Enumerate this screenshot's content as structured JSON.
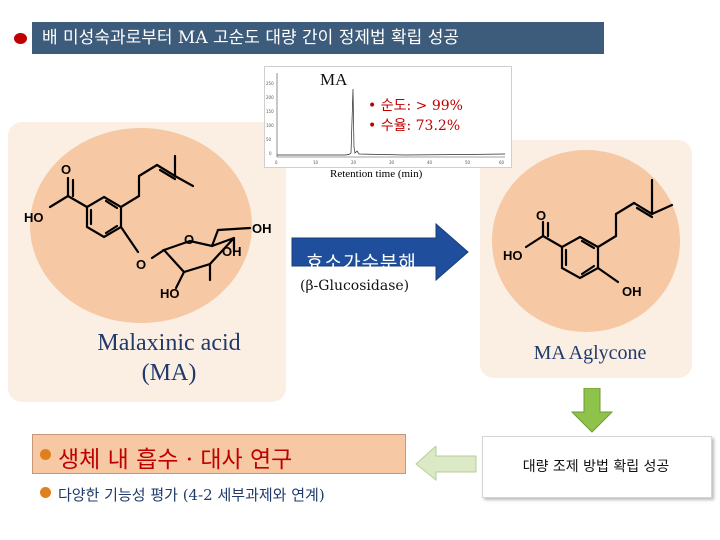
{
  "header": {
    "title": "배 미성숙과로부터 MA 고순도 대량 간이 정제법 확립 성공"
  },
  "chromatogram": {
    "peak_label": "MA",
    "x_axis_label": "Retention time (min)",
    "x_ticks": [
      "0",
      "10",
      "20",
      "30",
      "40",
      "50",
      "60"
    ],
    "y_ticks": [
      "250",
      "200",
      "150",
      "100",
      "50",
      "0"
    ],
    "bullets": [
      "순도: > 99%",
      "수율: 73.2%"
    ]
  },
  "reaction": {
    "arrow_label": "효소가수분해",
    "enzyme_label": "(β-Glucosidase)"
  },
  "left_panel": {
    "name_line1": "Malaxinic acid",
    "name_line2": "(MA)",
    "atoms": {
      "o1": "O",
      "ho1": "HO",
      "o2": "O",
      "o3": "O",
      "oh1": "OH",
      "oh2": "OH",
      "ho2": "HO"
    }
  },
  "right_panel": {
    "name": "MA Aglycone",
    "atoms": {
      "o1": "O",
      "ho1": "HO",
      "oh1": "OH"
    }
  },
  "bottom": {
    "absorb_label": "생체 내 흡수 · 대사 연구",
    "evaluation_label": "다양한 기능성 평가 (4-2 세부과제와 연계)",
    "success_label": "대량 조제 방법 확립 성공"
  },
  "colors": {
    "title_bg": "#3d5b7a",
    "panel_bg": "#fbeee3",
    "halo": "#f6c8a4",
    "arrow_blue": "#1f4f9c",
    "arrow_green": "#8fc24b",
    "accent_red": "#c00000",
    "bullet_orange": "#e07f1e",
    "navy_text": "#1f3a6b"
  }
}
